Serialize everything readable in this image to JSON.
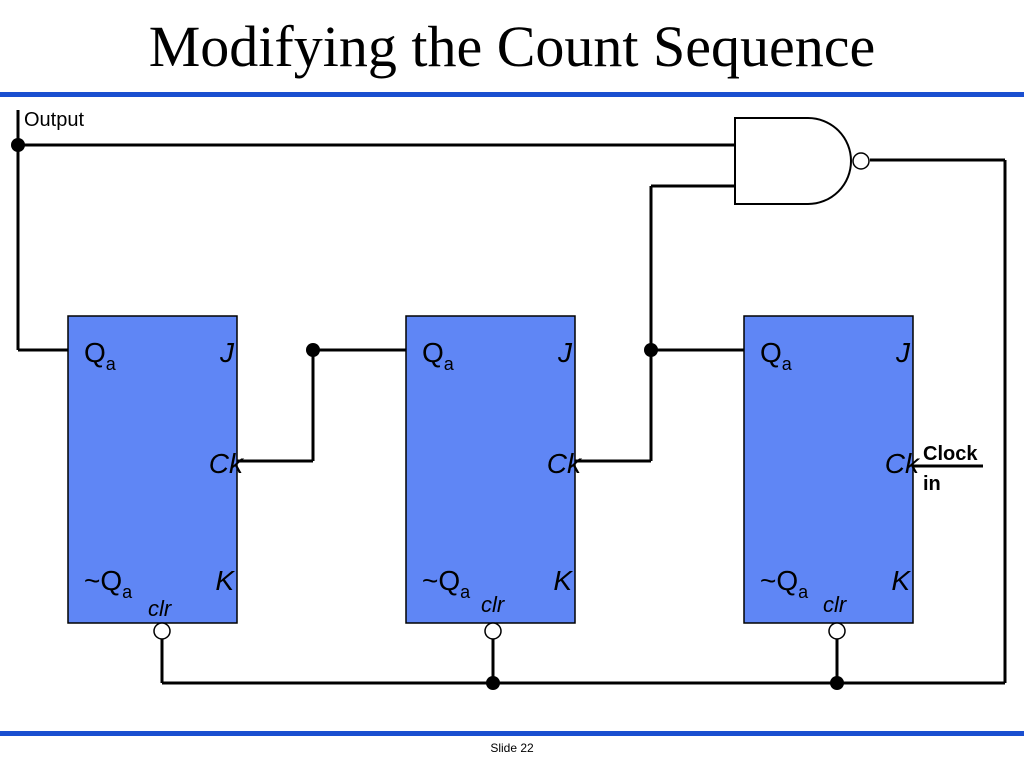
{
  "slide": {
    "title": "Modifying the Count Sequence",
    "footer": "Slide 22"
  },
  "labels": {
    "output": "Output",
    "clock_line1": "Clock",
    "clock_line2": "in"
  },
  "flip_flops": [
    {
      "q": "Q",
      "q_sub": "a",
      "nq": "~Q",
      "nq_sub": "a",
      "j": "J",
      "ck": "Ck",
      "k": "K",
      "clr": "clr"
    },
    {
      "q": "Q",
      "q_sub": "a",
      "nq": "~Q",
      "nq_sub": "a",
      "j": "J",
      "ck": "Ck",
      "k": "K",
      "clr": "clr"
    },
    {
      "q": "Q",
      "q_sub": "a",
      "nq": "~Q",
      "nq_sub": "a",
      "j": "J",
      "ck": "Ck",
      "k": "K",
      "clr": "clr"
    }
  ],
  "colors": {
    "flip_flop_fill": "#5f86f5",
    "rule": "#1a4fd0",
    "wire": "#000000"
  }
}
